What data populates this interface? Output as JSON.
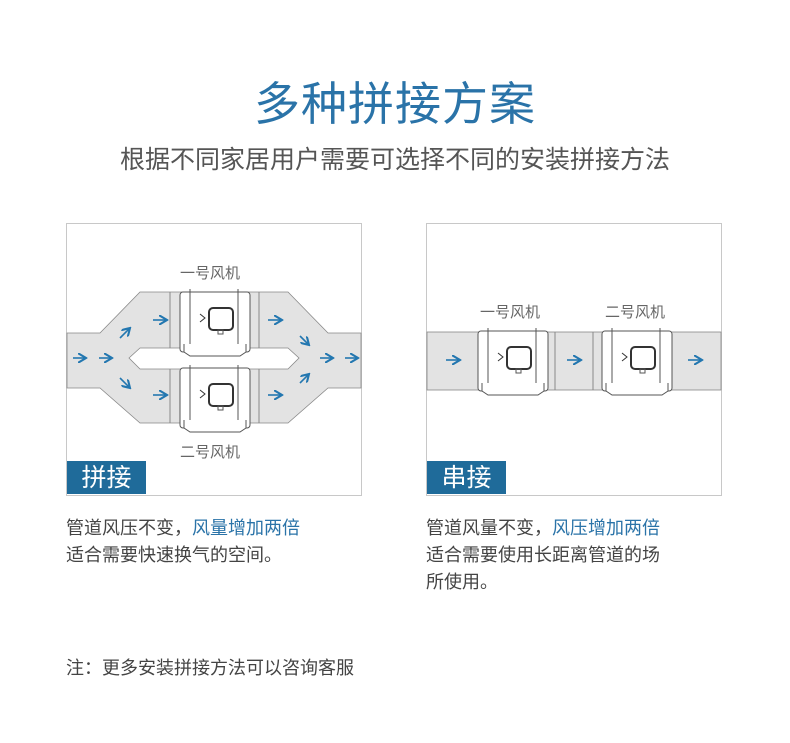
{
  "header": {
    "title": "多种拼接方案",
    "subtitle": "根据不同家居用户需要可选择不同的安装拼接方法"
  },
  "parallel": {
    "tag": "拼接",
    "fan1_label": "一号风机",
    "fan2_label": "二号风机",
    "desc_line1_normal": "管道风压不变，",
    "desc_line1_highlight": "风量增加两倍",
    "desc_line2": "适合需要快速换气的空间。"
  },
  "series": {
    "tag": "串接",
    "fan1_label": "一号风机",
    "fan2_label": "二号风机",
    "desc_line1_normal": "管道风量不变，",
    "desc_line1_highlight": "风压增加两倍",
    "desc_line2": "适合需要使用长距离管道的场",
    "desc_line3": "所使用。"
  },
  "note": "注：更多安装拼接方法可以咨询客服",
  "colors": {
    "accent": "#2a73a8",
    "tag_bg": "#1f6b9a",
    "duct": "#e3e3e3",
    "arrow": "#2377b0"
  }
}
